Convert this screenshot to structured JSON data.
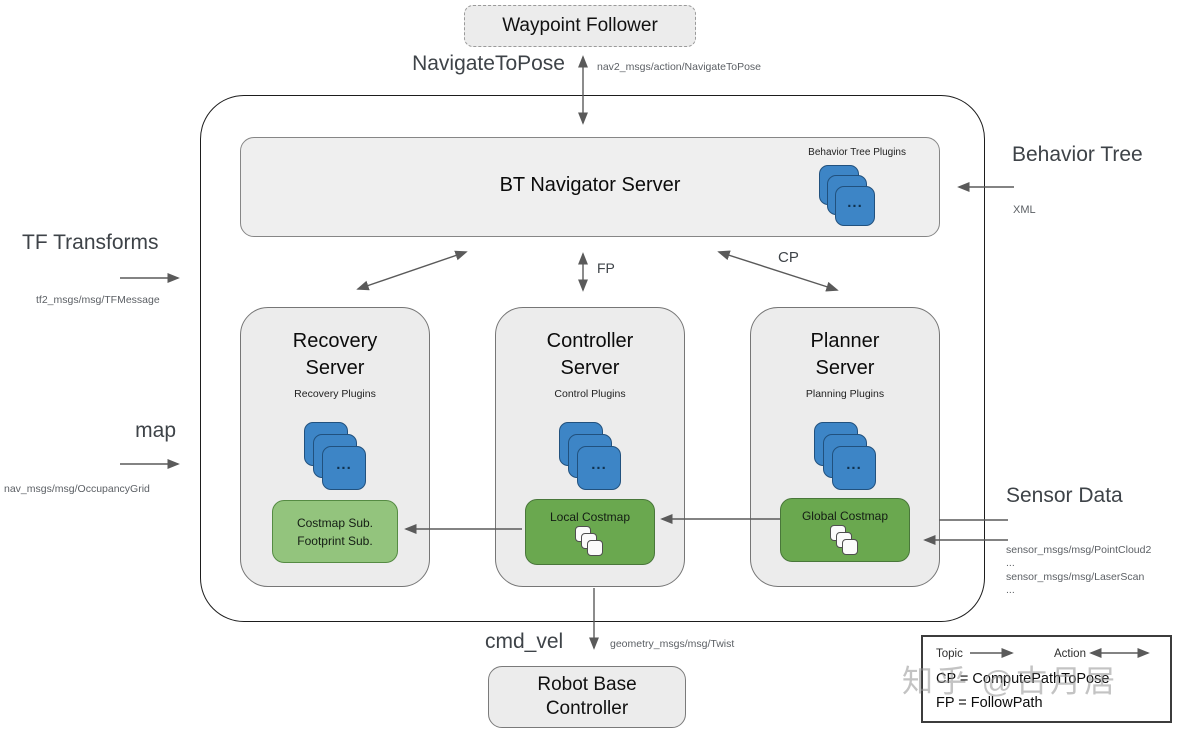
{
  "diagram": {
    "waypoint_follower": "Waypoint Follower",
    "navigate_to_pose": {
      "label": "NavigateToPose",
      "topic": "nav2_msgs/action/NavigateToPose"
    },
    "bt_navigator": {
      "title": "BT Navigator Server",
      "plugins_label": "Behavior Tree Plugins"
    },
    "ellipsis": "...",
    "behavior_tree": {
      "label": "Behavior Tree",
      "format": "XML"
    },
    "tf": {
      "label": "TF Transforms",
      "topic": "tf2_msgs/msg/TFMessage"
    },
    "map": {
      "label": "map",
      "topic": "nav_msgs/msg/OccupancyGrid"
    },
    "arrow_tags": {
      "fp": "FP",
      "cp": "CP"
    },
    "servers": [
      {
        "title": "Recovery Server",
        "plugins": "Recovery Plugins",
        "costmap_text": "Costmap Sub.\nFootprint Sub."
      },
      {
        "title": "Controller Server",
        "plugins": "Control Plugins",
        "costmap_text": "Local Costmap"
      },
      {
        "title": "Planner Server",
        "plugins": "Planning Plugins",
        "costmap_text": "Global Costmap"
      }
    ],
    "sensor_data": {
      "label": "Sensor Data",
      "topics": [
        "sensor_msgs/msg/PointCloud2",
        "...",
        "sensor_msgs/msg/LaserScan",
        "..."
      ]
    },
    "cmd_vel": {
      "label": "cmd_vel",
      "topic": "geometry_msgs/msg/Twist"
    },
    "robot_base": "Robot Base Controller",
    "legend": {
      "topic_label": "Topic",
      "action_label": "Action",
      "cp_line": "CP = ComputePathToPose",
      "fp_line": "FP = FollowPath"
    },
    "watermark": "知乎 @古月居",
    "colors": {
      "plugin_blue": "#3d85c6",
      "costmap_green": "#6aa84f",
      "costmap_light_green": "#93c47d"
    }
  }
}
